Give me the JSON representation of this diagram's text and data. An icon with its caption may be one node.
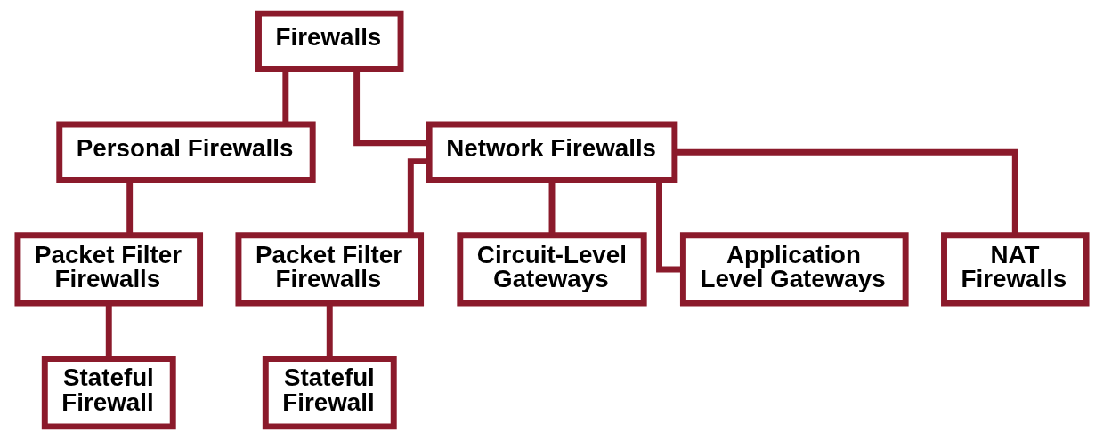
{
  "diagram": {
    "nodes": [
      {
        "text": [
          "Firewalls"
        ]
      },
      {
        "text": [
          "Personal Firewalls"
        ]
      },
      {
        "text": [
          "Network Firewalls"
        ]
      },
      {
        "text": [
          "Packet Filter Firewalls"
        ]
      },
      {
        "text": [
          "Stateful Firewall"
        ]
      },
      {
        "text": [
          "Packet Filter Firewalls"
        ]
      },
      {
        "text": [
          "Circuit-Level Gateways"
        ]
      },
      {
        "text": [
          "Application Level Gateways"
        ]
      },
      {
        "text": [
          "NAT Firewalls"
        ]
      },
      {
        "text": [
          "Stateful Firewall"
        ]
      }
    ],
    "edges": [
      {
        "from": 0,
        "to": 1,
        "arrow": "none"
      },
      {
        "from": 0,
        "to": 2,
        "arrow": "none"
      },
      {
        "from": 1,
        "to": 3,
        "arrow": "none"
      },
      {
        "from": 3,
        "to": 4,
        "arrow": "none"
      },
      {
        "from": 2,
        "to": 5,
        "arrow": "none"
      },
      {
        "from": 2,
        "to": 6,
        "arrow": "none"
      },
      {
        "from": 2,
        "to": 7,
        "arrow": "none"
      },
      {
        "from": 2,
        "to": 8,
        "arrow": "none"
      },
      {
        "from": 5,
        "to": 9,
        "arrow": "none"
      }
    ]
  }
}
